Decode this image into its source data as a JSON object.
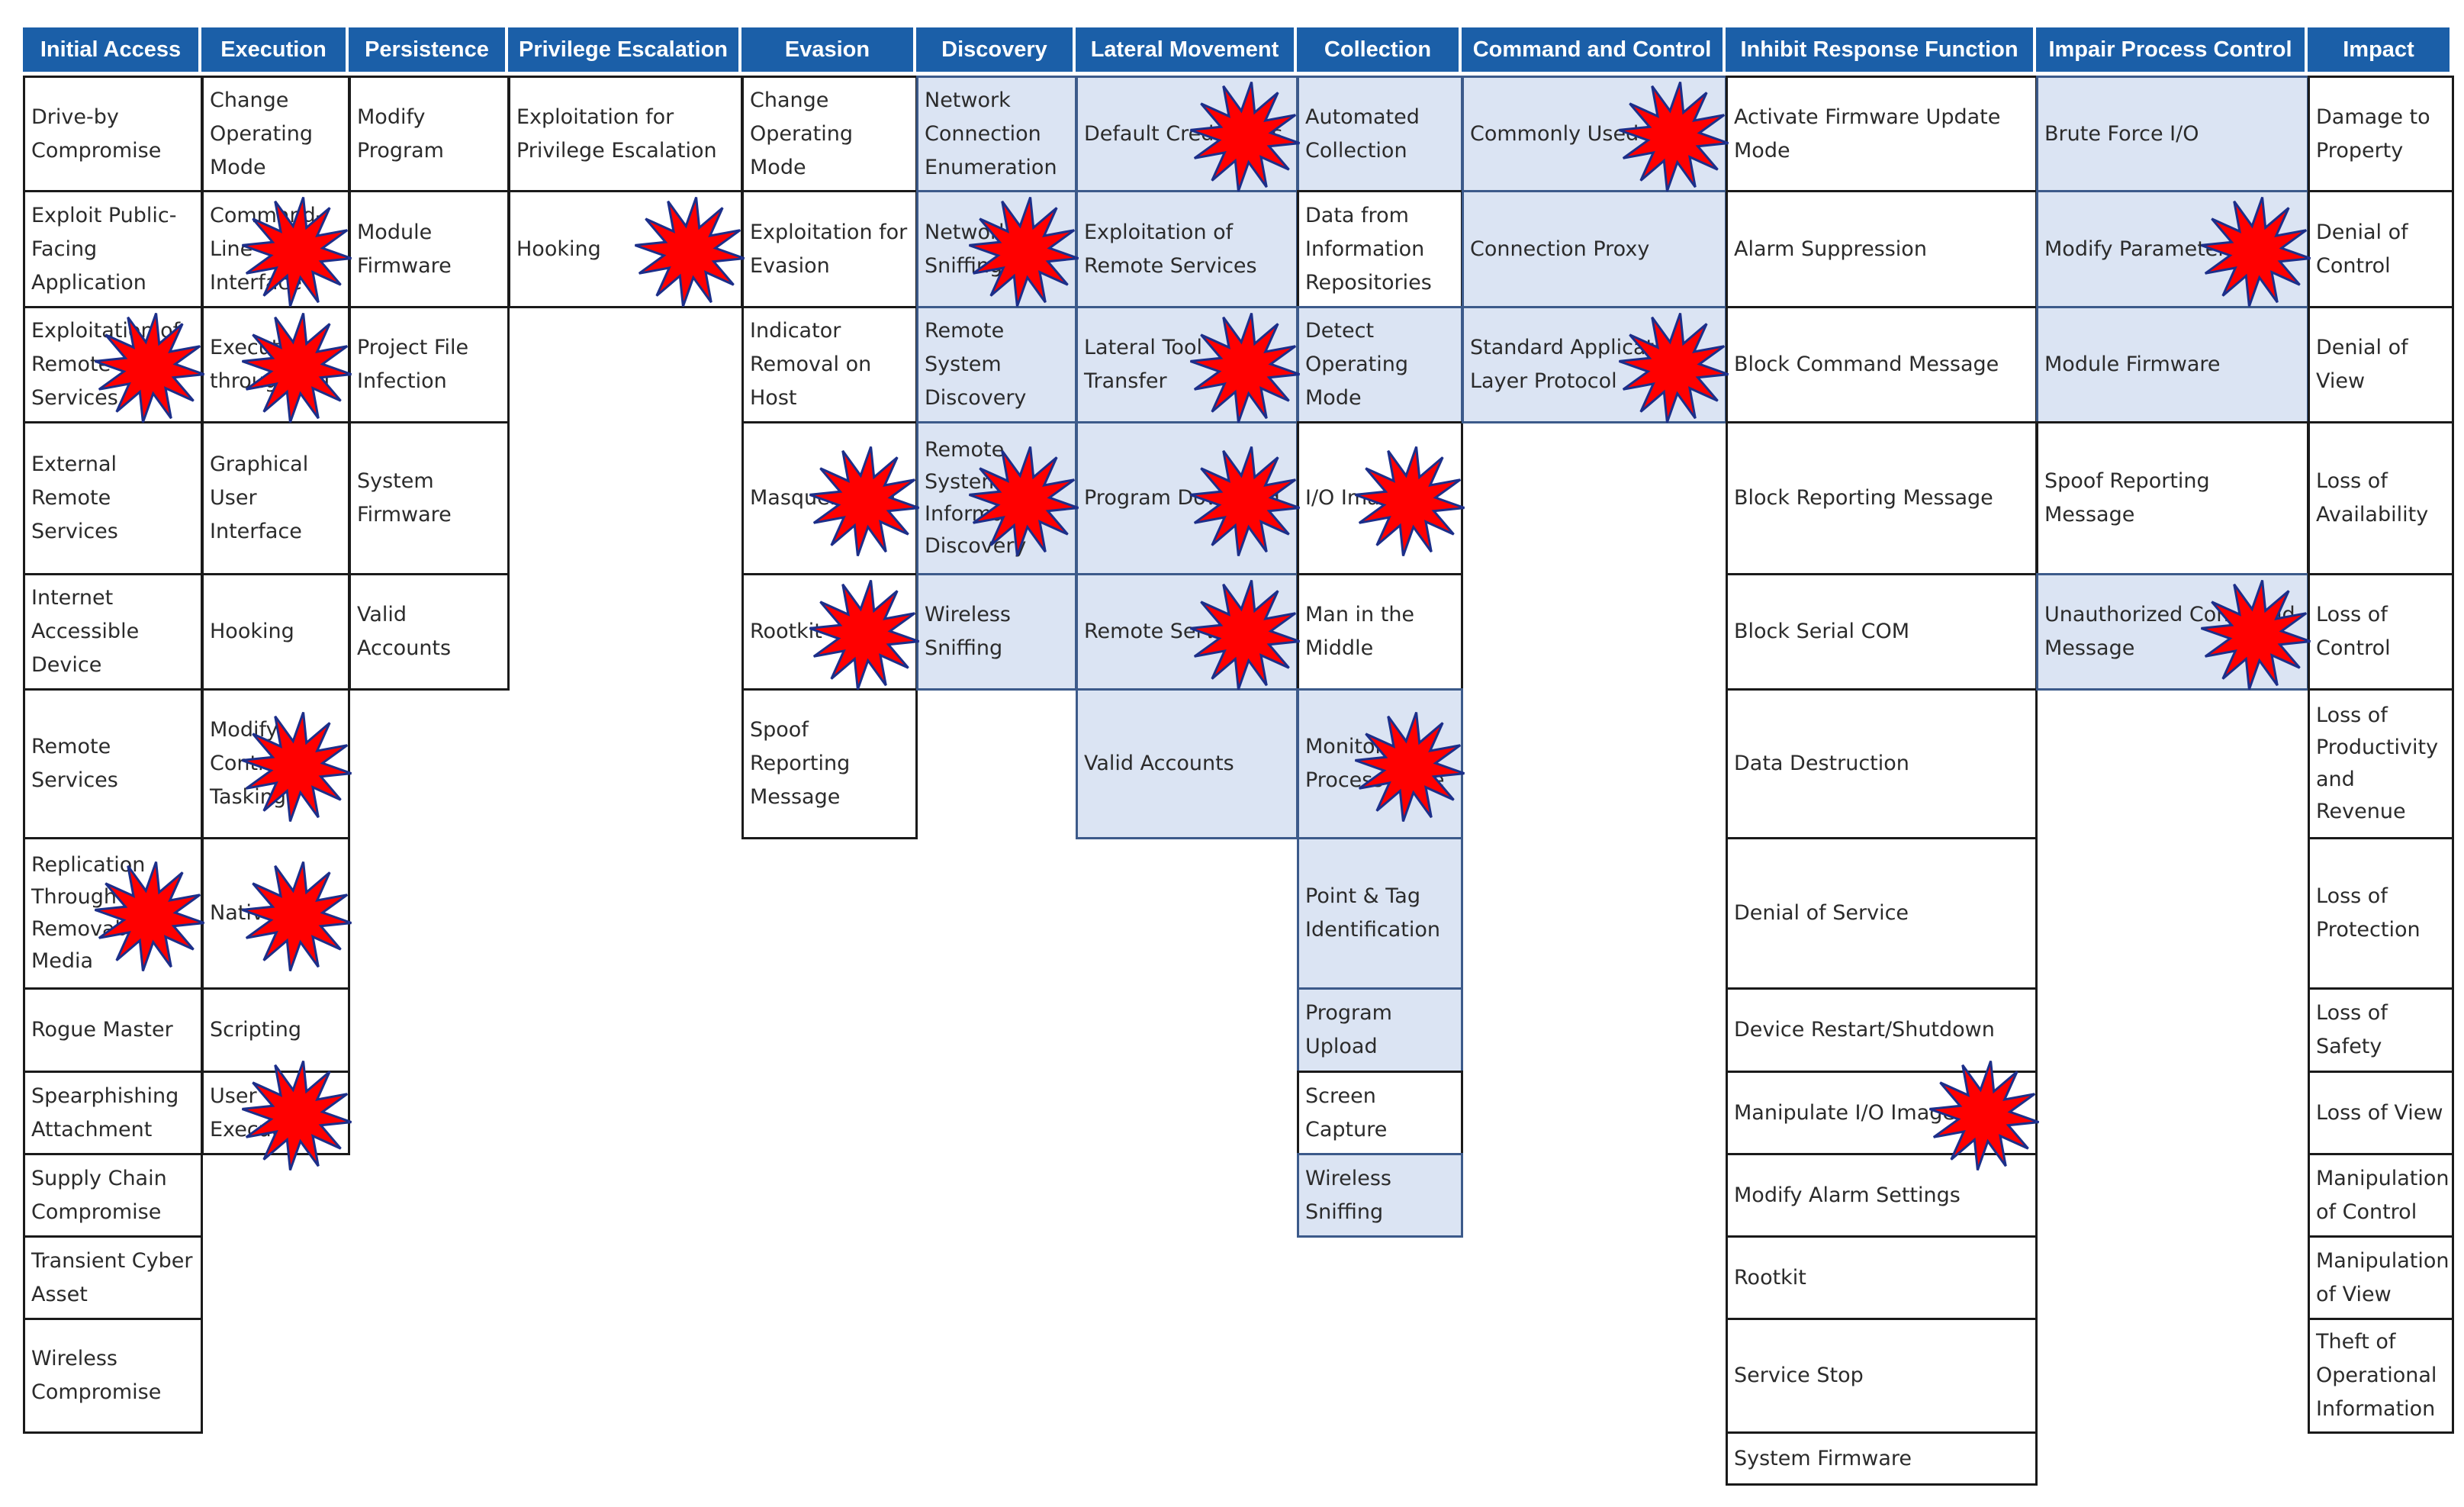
{
  "tactics": [
    {
      "name": "Initial Access",
      "techniques": [
        {
          "label": "Drive-by\nCompromise"
        },
        {
          "label": "Exploit Public-\nFacing\nApplication"
        },
        {
          "label": "Exploitation of\nRemote\nServices",
          "marked": true
        },
        {
          "label": "External\nRemote\nServices"
        },
        {
          "label": "Internet\nAccessible\nDevice"
        },
        {
          "label": "Remote\nServices"
        },
        {
          "label": "Replication\nThrough\nRemovable\nMedia",
          "marked": true
        },
        {
          "label": "Rogue Master"
        },
        {
          "label": "Spearphishing\nAttachment"
        },
        {
          "label": "Supply Chain\nCompromise"
        },
        {
          "label": "Transient Cyber\nAsset"
        },
        {
          "label": "Wireless\nCompromise"
        }
      ]
    },
    {
      "name": "Execution",
      "techniques": [
        {
          "label": "Change\nOperating\nMode"
        },
        {
          "label": "Command-\nLine\nInterface",
          "marked": true
        },
        {
          "label": "Execution\nthrough API",
          "marked": true
        },
        {
          "label": "Graphical\nUser\nInterface"
        },
        {
          "label": "Hooking"
        },
        {
          "label": "Modify\nController\nTasking",
          "marked": true
        },
        {
          "label": "Native API",
          "marked": true
        },
        {
          "label": "Scripting"
        },
        {
          "label": "User\nExecution",
          "marked": true
        }
      ]
    },
    {
      "name": "Persistence",
      "techniques": [
        {
          "label": "Modify\nProgram"
        },
        {
          "label": "Module\nFirmware"
        },
        {
          "label": "Project File\nInfection"
        },
        {
          "label": "System\nFirmware"
        },
        {
          "label": "Valid\nAccounts"
        }
      ]
    },
    {
      "name": "Privilege Escalation",
      "techniques": [
        {
          "label": "Exploitation for\nPrivilege Escalation"
        },
        {
          "label": "Hooking",
          "marked": true
        }
      ]
    },
    {
      "name": "Evasion",
      "techniques": [
        {
          "label": "Change\nOperating\nMode"
        },
        {
          "label": "Exploitation for\nEvasion"
        },
        {
          "label": "Indicator\nRemoval on\nHost"
        },
        {
          "label": "Masquerading",
          "marked": true
        },
        {
          "label": "Rootkit",
          "marked": true
        },
        {
          "label": "Spoof\nReporting\nMessage"
        }
      ]
    },
    {
      "name": "Discovery",
      "techniques": [
        {
          "label": "Network\nConnection\nEnumeration",
          "highlighted": true
        },
        {
          "label": "Network\nSniffing",
          "highlighted": true,
          "marked": true
        },
        {
          "label": "Remote\nSystem\nDiscovery",
          "highlighted": true
        },
        {
          "label": "Remote\nSystem\nInformation\nDiscovery",
          "highlighted": true,
          "marked": true
        },
        {
          "label": "Wireless\nSniffing",
          "highlighted": true
        }
      ]
    },
    {
      "name": "Lateral Movement",
      "techniques": [
        {
          "label": "Default Credentials",
          "highlighted": true,
          "marked": true
        },
        {
          "label": "Exploitation of\nRemote Services",
          "highlighted": true
        },
        {
          "label": "Lateral Tool\nTransfer",
          "highlighted": true,
          "marked": true
        },
        {
          "label": "Program Download",
          "highlighted": true,
          "marked": true
        },
        {
          "label": "Remote Services",
          "highlighted": true,
          "marked": true
        },
        {
          "label": "Valid Accounts",
          "highlighted": true
        }
      ]
    },
    {
      "name": "Collection",
      "techniques": [
        {
          "label": "Automated\nCollection",
          "highlighted": true
        },
        {
          "label": "Data from\nInformation\nRepositories"
        },
        {
          "label": "Detect\nOperating\nMode",
          "highlighted": true
        },
        {
          "label": "I/O Image",
          "marked": true
        },
        {
          "label": "Man in the\nMiddle"
        },
        {
          "label": "Monitor\nProcess State",
          "highlighted": true,
          "marked": true
        },
        {
          "label": "Point & Tag\nIdentification",
          "highlighted": true
        },
        {
          "label": "Program\nUpload",
          "highlighted": true
        },
        {
          "label": "Screen\nCapture"
        },
        {
          "label": "Wireless\nSniffing",
          "highlighted": true
        }
      ]
    },
    {
      "name": "Command and Control",
      "techniques": [
        {
          "label": "Commonly Used Port",
          "highlighted": true,
          "marked": true
        },
        {
          "label": "Connection Proxy",
          "highlighted": true
        },
        {
          "label": "Standard Application\nLayer Protocol",
          "highlighted": true,
          "marked": true
        }
      ]
    },
    {
      "name": "Inhibit Response Function",
      "techniques": [
        {
          "label": "Activate Firmware Update\nMode"
        },
        {
          "label": "Alarm Suppression"
        },
        {
          "label": "Block Command Message"
        },
        {
          "label": "Block Reporting Message"
        },
        {
          "label": "Block Serial COM"
        },
        {
          "label": "Data Destruction"
        },
        {
          "label": "Denial of Service"
        },
        {
          "label": "Device Restart/Shutdown"
        },
        {
          "label": "Manipulate I/O Image",
          "marked": true
        },
        {
          "label": "Modify Alarm Settings"
        },
        {
          "label": "Rootkit"
        },
        {
          "label": "Service Stop"
        },
        {
          "label": "System Firmware"
        }
      ]
    },
    {
      "name": "Impair Process Control",
      "techniques": [
        {
          "label": "Brute Force I/O",
          "highlighted": true
        },
        {
          "label": "Modify Parameter",
          "highlighted": true,
          "marked": true
        },
        {
          "label": "Module Firmware",
          "highlighted": true
        },
        {
          "label": "Spoof Reporting\nMessage"
        },
        {
          "label": "Unauthorized Command\nMessage",
          "highlighted": true,
          "marked": true
        }
      ]
    },
    {
      "name": "Impact",
      "techniques": [
        {
          "label": "Damage to\nProperty"
        },
        {
          "label": "Denial of\nControl"
        },
        {
          "label": "Denial of\nView"
        },
        {
          "label": "Loss of\nAvailability"
        },
        {
          "label": "Loss of\nControl"
        },
        {
          "label": "Loss of\nProductivity\nand\nRevenue"
        },
        {
          "label": "Loss of\nProtection"
        },
        {
          "label": "Loss of\nSafety"
        },
        {
          "label": "Loss of View"
        },
        {
          "label": "Manipulation\nof Control"
        },
        {
          "label": "Manipulation\nof View"
        },
        {
          "label": "Theft of\nOperational\nInformation"
        }
      ]
    }
  ]
}
